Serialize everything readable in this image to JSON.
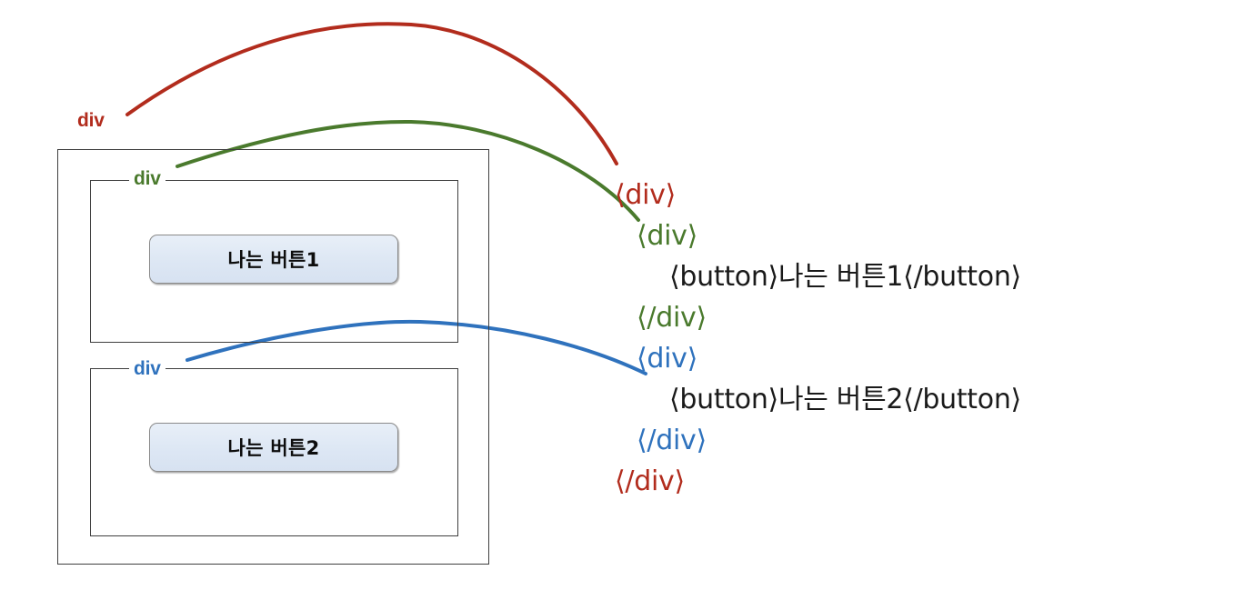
{
  "diagram": {
    "title_present": false,
    "boxes": [
      {
        "id": "outer",
        "label": "div",
        "color": "#b22c1d"
      },
      {
        "id": "inner1",
        "label": "div",
        "color": "#4a7a2d"
      },
      {
        "id": "inner2",
        "label": "div",
        "color": "#2f72bd"
      }
    ],
    "labels": {
      "outer": "div",
      "inner1": "div",
      "inner2": "div"
    },
    "buttons": [
      {
        "id": "button1",
        "text": "나는 버튼1"
      },
      {
        "id": "button2",
        "text": "나는 버튼2"
      }
    ]
  },
  "code": {
    "lines": [
      {
        "text": "⟨div⟩",
        "color": "#b22c1d",
        "indent": 0
      },
      {
        "text": "⟨div⟩",
        "color": "#4a7a2d",
        "indent": 1
      },
      {
        "text": "⟨button⟩나는 버튼1⟨/button⟩",
        "color": "#1a1a1a",
        "indent": 2
      },
      {
        "text": "⟨/div⟩",
        "color": "#4a7a2d",
        "indent": 1
      },
      {
        "text": "⟨div⟩",
        "color": "#2f72bd",
        "indent": 1
      },
      {
        "text": "⟨button⟩나는 버튼2⟨/button⟩",
        "color": "#1a1a1a",
        "indent": 2
      },
      {
        "text": "⟨/div⟩",
        "color": "#2f72bd",
        "indent": 1
      },
      {
        "text": "⟨/div⟩",
        "color": "#b22c1d",
        "indent": 0
      }
    ]
  },
  "connectors": [
    {
      "id": "red-connector",
      "color": "#b22c1d",
      "from": "outer-div-label",
      "to": "code-line-1"
    },
    {
      "id": "green-connector",
      "color": "#4a7a2d",
      "from": "inner1-div-label",
      "to": "code-line-2"
    },
    {
      "id": "blue-connector",
      "color": "#2f72bd",
      "from": "inner2-div-label",
      "to": "code-line-5"
    }
  ],
  "colors": {
    "red": "#b22c1d",
    "green": "#4a7a2d",
    "blue": "#2f72bd",
    "button_fill": "#dde7f4",
    "button_border": "#8a8a8a",
    "box_border": "#3f3f3f",
    "text": "#1a1a1a",
    "background": "#ffffff"
  }
}
